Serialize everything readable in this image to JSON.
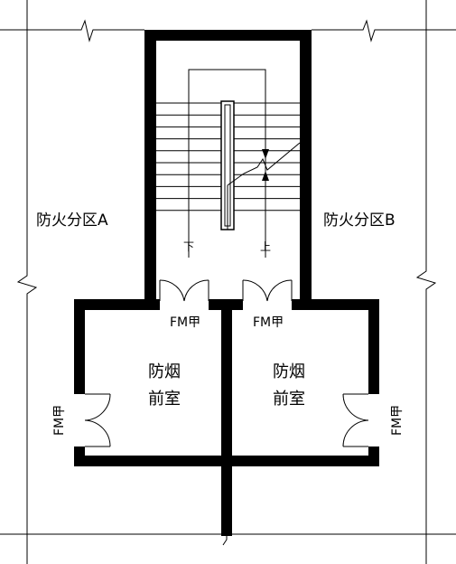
{
  "zones": {
    "a": "防火分区A",
    "b": "防火分区B"
  },
  "rooms": {
    "left_line1": "防烟",
    "left_line2": "前室",
    "right_line1": "防烟",
    "right_line2": "前室"
  },
  "doors": {
    "stair_left": "FM甲",
    "stair_right": "FM甲",
    "side_left": "FM甲",
    "side_right": "FM甲"
  },
  "stair": {
    "down_label": "下",
    "up_label": "上"
  },
  "colors": {
    "wall": "#000000",
    "background": "#ffffff"
  }
}
